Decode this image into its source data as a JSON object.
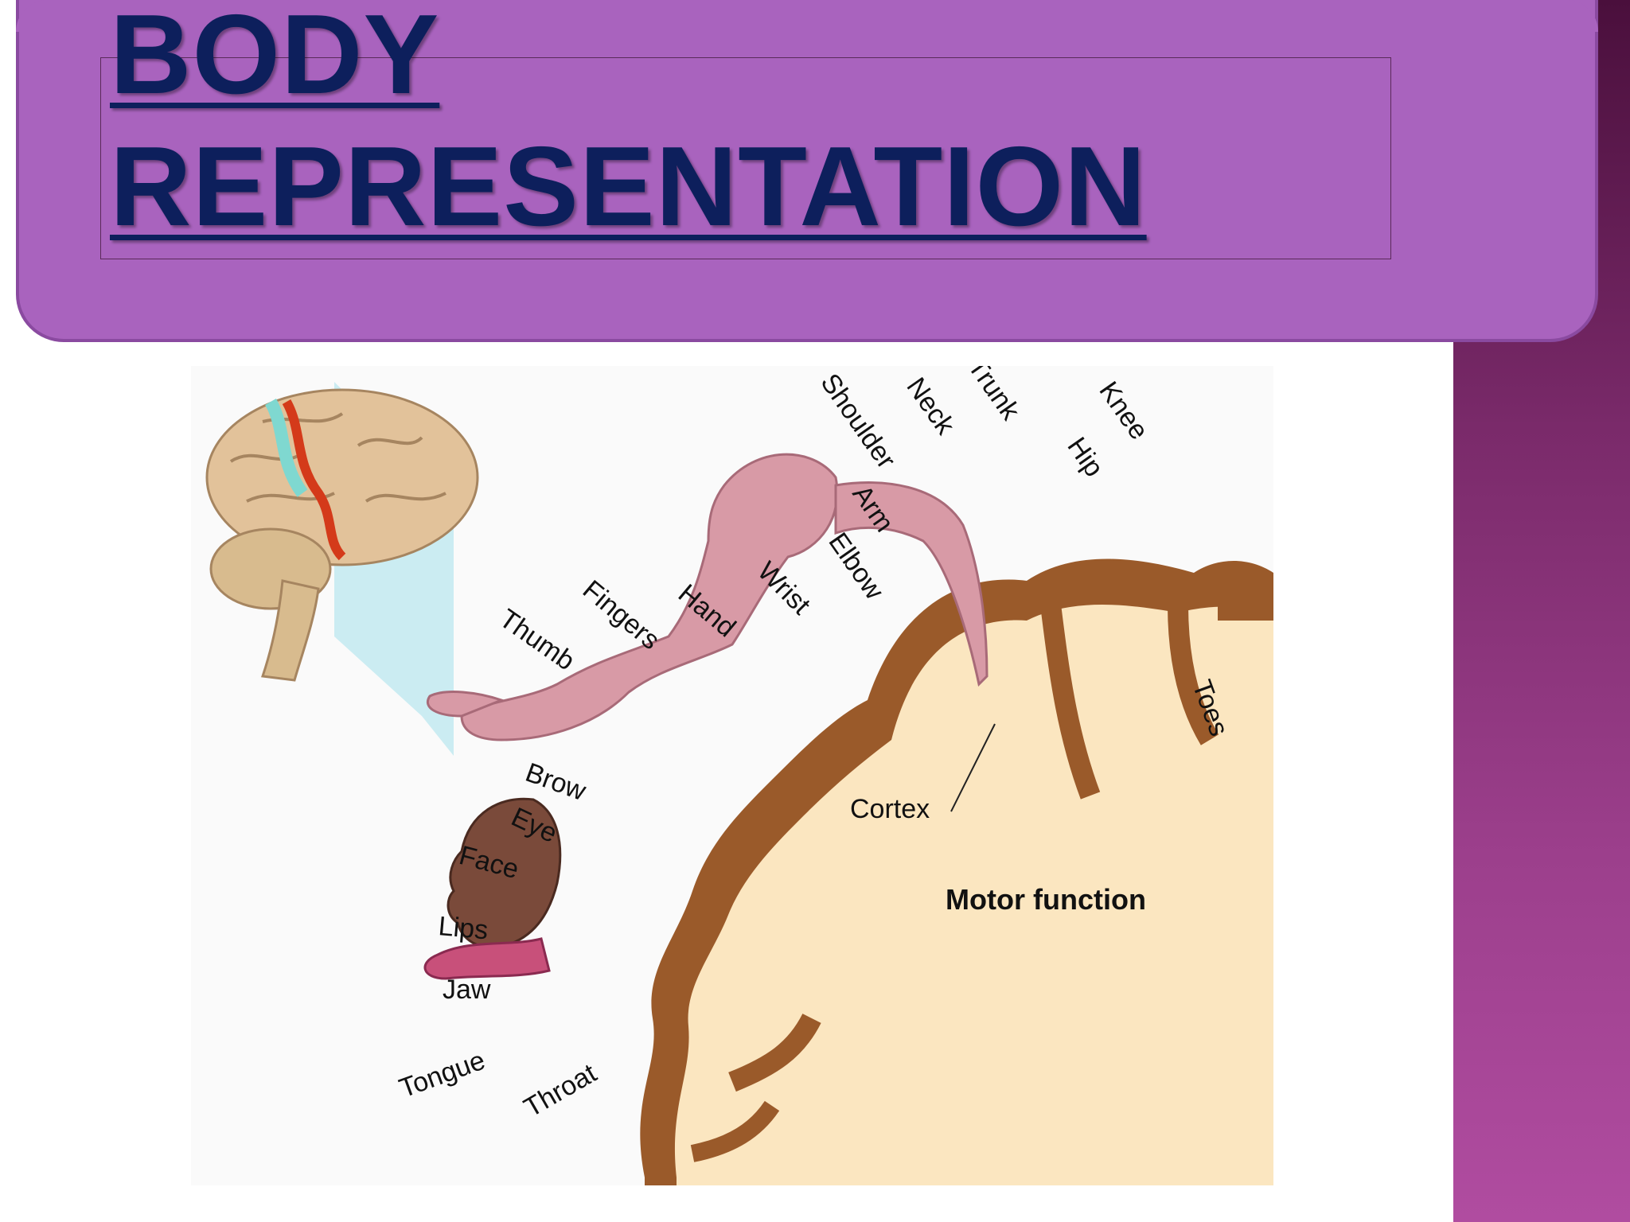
{
  "slide": {
    "title_line1": "BODY",
    "title_line2": "REPRESENTATION"
  },
  "figure": {
    "labels": [
      {
        "key": "shoulder",
        "text": "Shoulder"
      },
      {
        "key": "neck",
        "text": "Neck"
      },
      {
        "key": "trunk",
        "text": "Trunk"
      },
      {
        "key": "knee",
        "text": "Knee"
      },
      {
        "key": "hip",
        "text": "Hip"
      },
      {
        "key": "arm",
        "text": "Arm"
      },
      {
        "key": "elbow",
        "text": "Elbow"
      },
      {
        "key": "wrist",
        "text": "Wrist"
      },
      {
        "key": "hand",
        "text": "Hand"
      },
      {
        "key": "fingers",
        "text": "Fingers"
      },
      {
        "key": "thumb",
        "text": "Thumb"
      },
      {
        "key": "toes",
        "text": "Toes"
      },
      {
        "key": "brow",
        "text": "Brow"
      },
      {
        "key": "eye",
        "text": "Eye"
      },
      {
        "key": "face",
        "text": "Face"
      },
      {
        "key": "lips",
        "text": "Lips"
      },
      {
        "key": "jaw",
        "text": "Jaw"
      },
      {
        "key": "tongue",
        "text": "Tongue"
      },
      {
        "key": "throat",
        "text": "Throat"
      },
      {
        "key": "cortex",
        "text": "Cortex"
      }
    ],
    "caption": "Motor function"
  },
  "colors": {
    "header_bg": "#a963be",
    "title_color": "#0d1f5c",
    "cortex_brown": "#9a5a2a",
    "white_matter": "#fbe6c0",
    "skin_pink": "#d89aa6"
  }
}
